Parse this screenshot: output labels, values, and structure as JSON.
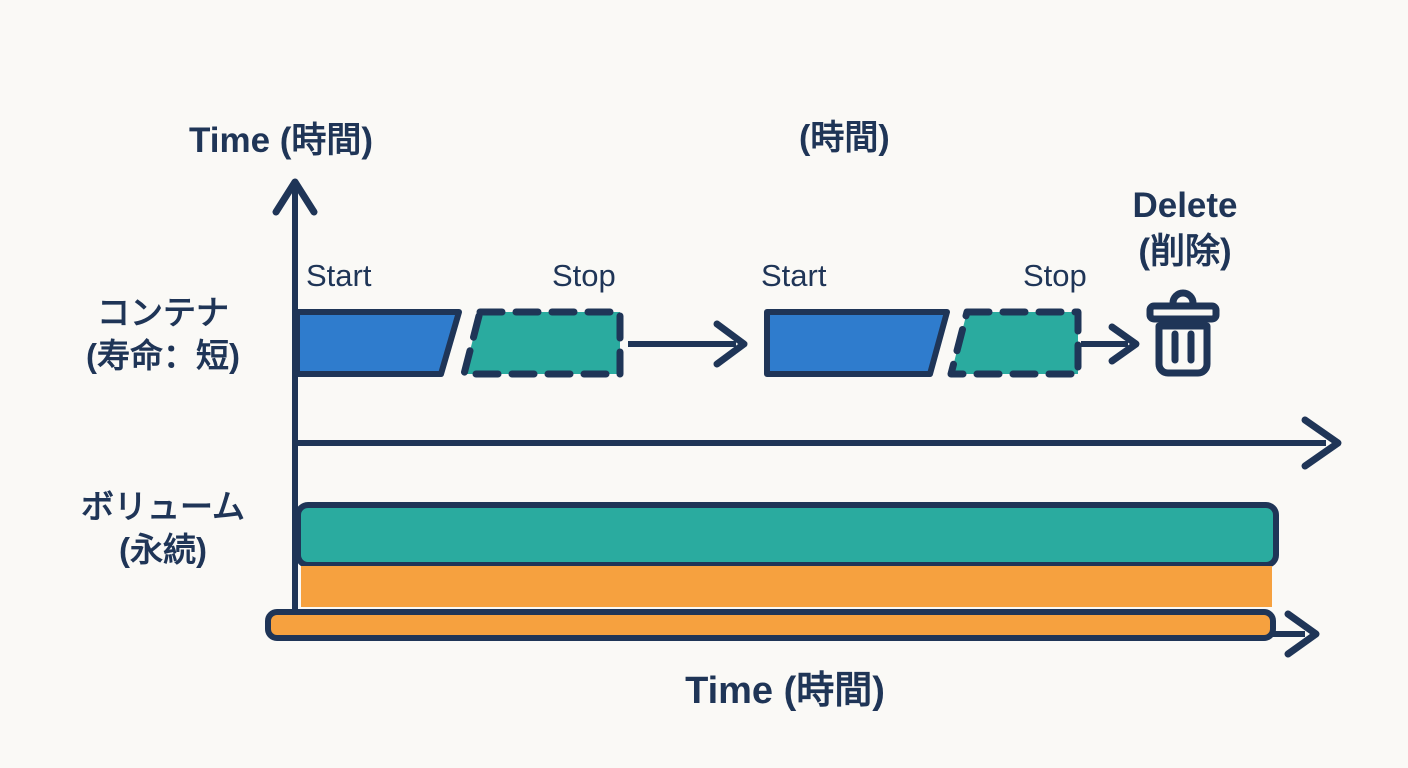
{
  "colors": {
    "navy": "#1f3557",
    "blue": "#2f7ccd",
    "teal": "#2aab9f",
    "orange": "#f6a13f",
    "background": "#faf9f6"
  },
  "labels": {
    "time_axis_top": "Time (時間)",
    "time_axis_top_center": "(時間)",
    "time_axis_bottom": "Time (時間)"
  },
  "container_row": {
    "label_line1": "コンテナ",
    "label_line2": "(寿命：短)",
    "event1": "Start",
    "event2": "Stop",
    "event3": "Start",
    "event4": "Stop",
    "delete_line1": "Delete",
    "delete_line2": "(削除)"
  },
  "volume_row": {
    "label_line1": "ボリューム",
    "label_line2": "(永続)"
  },
  "icons": {
    "delete": "trash-icon"
  }
}
